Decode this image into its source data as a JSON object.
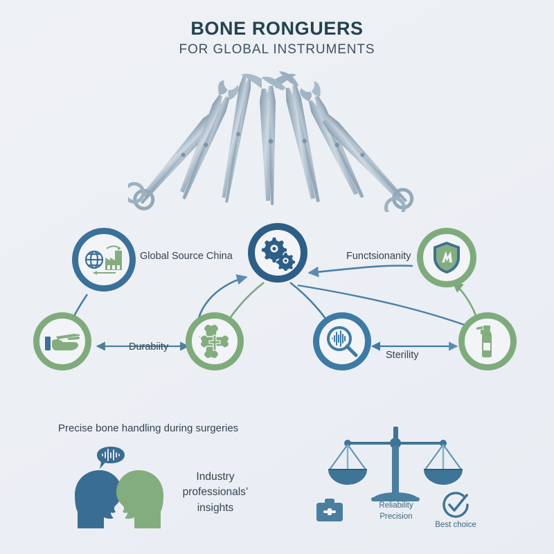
{
  "header": {
    "title": "BONE RONGUERS",
    "subtitle": "FOR GLOBAL INSTRUMENTS"
  },
  "hero": {
    "icon": "surgical-instruments-fan",
    "instrument_count": 7
  },
  "diagram": {
    "center": {
      "label": "",
      "icon": "gears-icon",
      "ring_color": "#2d5e85"
    },
    "nodes": [
      {
        "id": "global-source-china",
        "label": "Global Source China",
        "icon": "globe-factory-icon",
        "ring_color": "#3a7099"
      },
      {
        "id": "functionality",
        "label": "Functsionanity",
        "icon": "shield-icon",
        "ring_color": "#7fab7c"
      },
      {
        "id": "handling",
        "label": "",
        "icon": "hand-forceps-icon",
        "ring_color": "#7fab7c"
      },
      {
        "id": "bone",
        "label": "",
        "icon": "crossed-bones-icon",
        "ring_color": "#7fab7c"
      },
      {
        "id": "inspection",
        "label": "",
        "icon": "magnifier-waveform-icon",
        "ring_color": "#3d7ba4"
      },
      {
        "id": "cleaning",
        "label": "",
        "icon": "spray-bottle-icon",
        "ring_color": "#7fab7c"
      }
    ],
    "connector_labels": [
      {
        "id": "durability",
        "text": "Durabiity"
      },
      {
        "id": "sterility",
        "text": "Sterility"
      }
    ]
  },
  "bottom_left": {
    "caption": "Precise bone handling during surgeries",
    "icon": "two-heads-speech-icon",
    "text": "Industry professionals’ insights"
  },
  "bottom_right": {
    "scale_icon": "balance-scale-icon",
    "briefcase_icon": "briefcase-icon",
    "check_icon": "check-circle-icon",
    "scale_label_line1": "Reliability",
    "scale_label_line2": "Precision",
    "best_choice_label": "Best choice"
  },
  "colors": {
    "background": "#eef1f5",
    "title": "#24424f",
    "blue_dark": "#2d5e85",
    "blue": "#3a7099",
    "green": "#7fab7c",
    "steel": "#8fa3b4"
  }
}
